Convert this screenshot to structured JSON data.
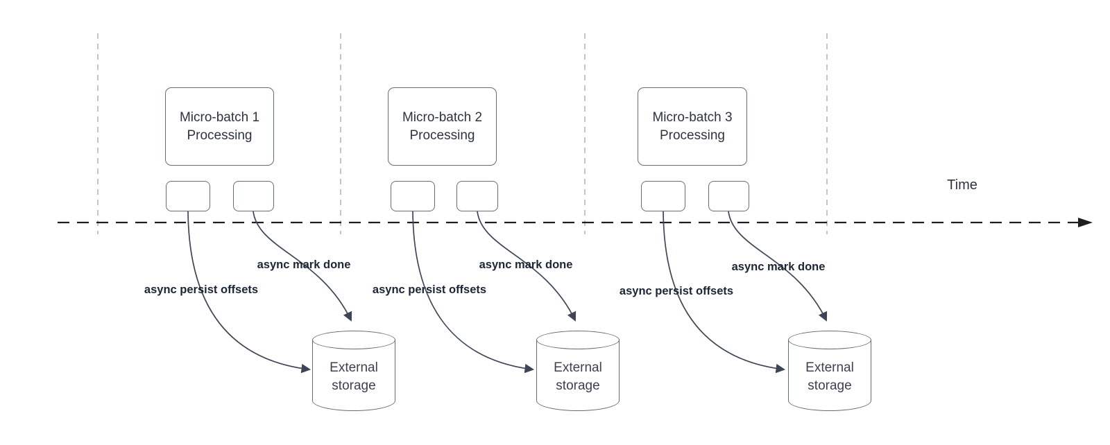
{
  "diagram": {
    "time_axis_label": "Time",
    "groups": [
      {
        "title": "Micro-batch 1\nProcessing",
        "persist_label": "async persist offsets",
        "done_label": "async mark done",
        "storage_label": "External\nstorage"
      },
      {
        "title": "Micro-batch 2\nProcessing",
        "persist_label": "async persist offsets",
        "done_label": "async mark done",
        "storage_label": "External\nstorage"
      },
      {
        "title": "Micro-batch 3\nProcessing",
        "persist_label": "async persist offsets",
        "done_label": "async mark done",
        "storage_label": "External\nstorage"
      }
    ]
  }
}
